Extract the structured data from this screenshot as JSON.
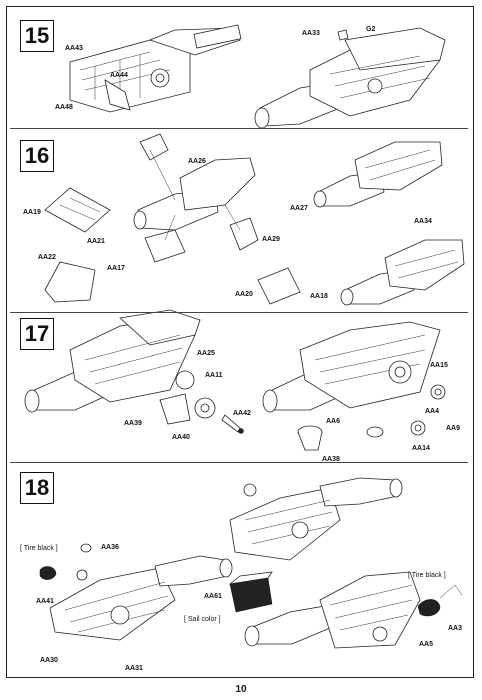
{
  "page": {
    "number": "10"
  },
  "steps": [
    {
      "number": "15",
      "callouts": [
        "AA43",
        "AA44",
        "AA48",
        "AA33",
        "G2"
      ]
    },
    {
      "number": "16",
      "callouts": [
        "AA26",
        "AA19",
        "AA21",
        "AA29",
        "AA27",
        "AA22",
        "AA17",
        "AA34",
        "AA20",
        "AA18"
      ]
    },
    {
      "number": "17",
      "callouts": [
        "AA25",
        "AA11",
        "AA42",
        "AA39",
        "AA40",
        "AA15",
        "AA6",
        "AA4",
        "AA9",
        "AA14",
        "AA38"
      ]
    },
    {
      "number": "18",
      "callouts": [
        "AA36",
        "AA41",
        "AA30",
        "AA31",
        "AA61",
        "AA3",
        "AA5"
      ],
      "notes": {
        "tire_black_left": "[ Tire black ]",
        "tire_black_right": "[ Tire black ]",
        "sail_color": "[ Sail color ]"
      }
    }
  ]
}
